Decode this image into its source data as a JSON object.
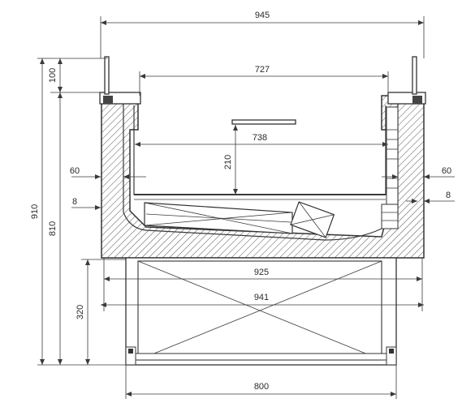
{
  "dimensions": {
    "overall_width": "945",
    "inner_width": "727",
    "shelf_width": "738",
    "shelf_height": "210",
    "top_edge": "100",
    "total_height": "910",
    "body_height": "810",
    "base_height": "320",
    "wall_left": "60",
    "wall_right": "60",
    "skin_left": "8",
    "skin_right": "8",
    "bottom_width": "925",
    "outer_bottom_width": "941",
    "base_width": "800"
  }
}
